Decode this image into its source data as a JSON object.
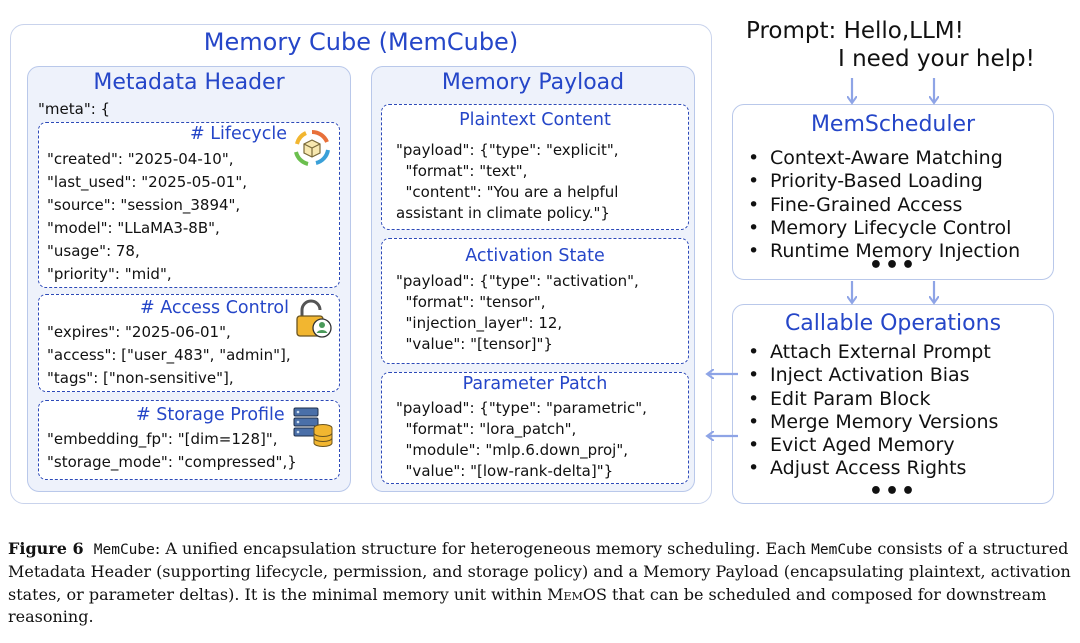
{
  "memcube": {
    "title": "Memory Cube (MemCube)",
    "metadata": {
      "title": "Metadata Header",
      "meta_open": "\"meta\": {",
      "lifecycle": {
        "title": "# Lifecycle",
        "icon": "recycle-cube-icon",
        "lines": [
          "\"created\": \"2025-04-10\",",
          "\"last_used\": \"2025-05-01\",",
          "\"source\": \"session_3894\",",
          "\"model\": \"LLaMA3-8B\",",
          "\"usage\": 78,",
          "\"priority\": \"mid\","
        ]
      },
      "access": {
        "title": "# Access Control",
        "icon": "padlock-user-icon",
        "lines": [
          "\"expires\": \"2025-06-01\",",
          "\"access\": [\"user_483\", \"admin\"],",
          "\"tags\": [\"non-sensitive\"],"
        ]
      },
      "storage": {
        "title": "# Storage Profile",
        "icon": "database-server-icon",
        "lines": [
          "\"embedding_fp\": \"[dim=128]\",",
          "\"storage_mode\": \"compressed\",}"
        ]
      }
    },
    "payload": {
      "title": "Memory Payload",
      "plaintext": {
        "title": "Plaintext Content",
        "lines": [
          "\"payload\": {\"type\": \"explicit\",",
          "  \"format\": \"text\",",
          "  \"content\": \"You are a helpful",
          "assistant in climate policy.\"}"
        ]
      },
      "activation": {
        "title": "Activation State",
        "lines": [
          "\"payload\": {\"type\": \"activation\",",
          "  \"format\": \"tensor\",",
          "  \"injection_layer\": 12,",
          "  \"value\": \"[tensor]\"}"
        ]
      },
      "parameter": {
        "title": "Parameter Patch",
        "lines": [
          "\"payload\": {\"type\": \"parametric\",",
          "  \"format\": \"lora_patch\",",
          "  \"module\": \"mlp.6.down_proj\",",
          "  \"value\": \"[low-rank-delta]\"}"
        ]
      }
    }
  },
  "prompt": {
    "line1": "Prompt: Hello,LLM!",
    "line2": "I need your help!"
  },
  "scheduler": {
    "title": "MemScheduler",
    "items": [
      "Context-Aware Matching",
      "Priority-Based Loading",
      "Fine-Grained Access",
      "Memory Lifecycle Control",
      "Runtime Memory Injection"
    ],
    "more": "•••"
  },
  "operations": {
    "title": "Callable Operations",
    "items": [
      "Attach External Prompt",
      "Inject Activation Bias",
      "Edit Param Block",
      "Merge Memory Versions",
      "Evict Aged Memory",
      "Adjust Access Rights"
    ],
    "more": "•••"
  },
  "caption": {
    "label": "Figure 6",
    "name": "MemCube",
    "text1": ": A unified encapsulation structure for heterogeneous memory scheduling. Each ",
    "name2": "MemCube",
    "text2": " consists of a structured Metadata Header (supporting lifecycle, permission, and storage policy) and a Memory Payload (encapsulating plaintext, activation states, or parameter deltas). It is the minimal memory unit within ",
    "memos": "MemOS",
    "text3": " that can be scheduled and composed for downstream reasoning."
  },
  "colors": {
    "accent_blue": "#2546c8",
    "panel_fill": "#eef2fb",
    "border": "#b9c8ea",
    "arrow": "#8ea4e6"
  }
}
